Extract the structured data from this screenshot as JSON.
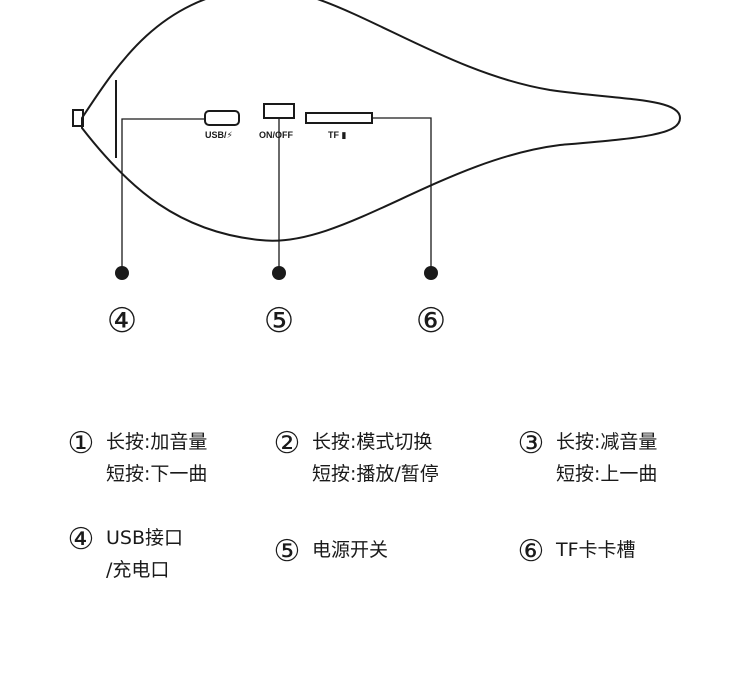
{
  "diagram": {
    "port_labels": {
      "usb": "USB/⚡",
      "power": "ON/OFF",
      "tf": "TF ▮"
    },
    "callouts": [
      "④",
      "⑤",
      "⑥"
    ]
  },
  "legend": {
    "items": [
      {
        "num": "①",
        "line1": "长按:加音量",
        "line2": "短按:下一曲"
      },
      {
        "num": "②",
        "line1": "长按:模式切换",
        "line2": "短按:播放/暂停"
      },
      {
        "num": "③",
        "line1": "长按:减音量",
        "line2": "短按:上一曲"
      },
      {
        "num": "④",
        "line1": "USB接口",
        "line2": "/充电口"
      },
      {
        "num": "⑤",
        "line1": "电源开关",
        "line2": ""
      },
      {
        "num": "⑥",
        "line1": "TF卡卡槽",
        "line2": ""
      }
    ]
  }
}
